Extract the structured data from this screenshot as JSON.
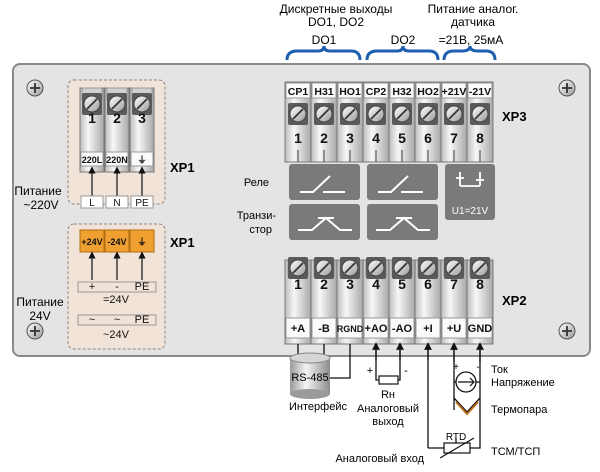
{
  "header": {
    "discrete_title_1": "Дискретные выходы",
    "discrete_title_2": "DO1, DO2",
    "power_title_1": "Питание аналог.",
    "power_title_2": "датчика",
    "power_title_3": "=21В, 25мА",
    "do1": "DO1",
    "do2": "DO2"
  },
  "xp1_top": {
    "connector_label": "XP1",
    "pins": [
      "1",
      "2",
      "3"
    ],
    "terminals": [
      "220L",
      "220N",
      "⏚"
    ],
    "bottom_labels": [
      "L",
      "N",
      "PE"
    ],
    "supply_1": "Питание",
    "supply_2": "~220V"
  },
  "xp1_bottom": {
    "connector_label": "XP1",
    "terminals": [
      "+24V",
      "-24V",
      "⏚"
    ],
    "row1": [
      "+",
      "-",
      "PE"
    ],
    "row1_caption": "=24V",
    "row2": [
      "~",
      "~",
      "PE"
    ],
    "row2_caption": "~24V",
    "supply_1": "Питание",
    "supply_2": "24V"
  },
  "xp3": {
    "connector_label": "XP3",
    "top_labels": [
      "CP1",
      "H31",
      "HO1",
      "CP2",
      "H32",
      "HO2",
      "+21V",
      "-21V"
    ],
    "pins": [
      "1",
      "2",
      "3",
      "4",
      "5",
      "6",
      "7",
      "8"
    ],
    "relay_label": "Реле",
    "transistor_label_1": "Транзи-",
    "transistor_label_2": "стор",
    "u1_label": "U1=21V"
  },
  "xp2": {
    "connector_label": "XP2",
    "pins": [
      "1",
      "2",
      "3",
      "4",
      "5",
      "6",
      "7",
      "8"
    ],
    "bottom_labels": [
      "+A",
      "-B",
      "RGND",
      "+AO",
      "-AO",
      "+I",
      "+U",
      "GND"
    ]
  },
  "below": {
    "rs485": "RS-485",
    "interface": "Интерфейс",
    "rn": "Rн",
    "analog_out_1": "Аналоговый",
    "analog_out_2": "выход",
    "plus": "+",
    "minus": "-",
    "current": "Ток",
    "voltage": "Напряжение",
    "thermocouple": "Термопара",
    "rtd": "RTD",
    "analog_in": "Аналоговый вход",
    "tsm": "ТСМ/ТСП"
  },
  "colors": {
    "panel": "#e4e4e4",
    "panel_border": "#8a8a8a",
    "accent_blue": "#1f5fb0",
    "orange": "#f0a030",
    "beige_box": "#f1e3d7",
    "dark_block": "#7a7a7a"
  }
}
